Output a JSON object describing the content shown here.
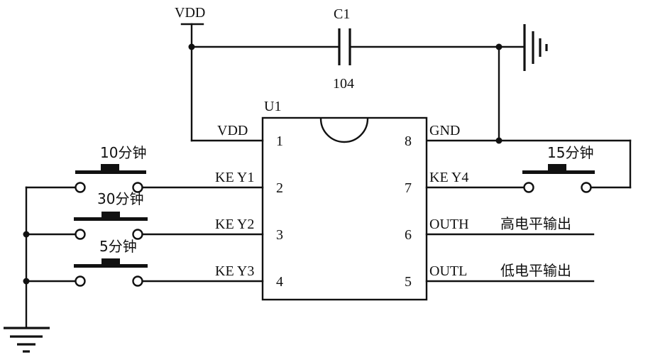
{
  "power": {
    "vdd_label": "VDD"
  },
  "capacitor": {
    "ref": "C1",
    "value": "104"
  },
  "chip": {
    "ref": "U1",
    "pins": [
      {
        "num": "1",
        "name": "VDD"
      },
      {
        "num": "2",
        "name": "KE Y1"
      },
      {
        "num": "3",
        "name": "KE Y2"
      },
      {
        "num": "4",
        "name": "KE Y3"
      },
      {
        "num": "8",
        "name": "GND"
      },
      {
        "num": "7",
        "name": "KE Y4"
      },
      {
        "num": "6",
        "name": "OUTH"
      },
      {
        "num": "5",
        "name": "OUTL"
      }
    ]
  },
  "switches": {
    "sw_10": "10分钟",
    "sw_30": "30分钟",
    "sw_5": "5分钟",
    "sw_15": "15分钟"
  },
  "outputs": {
    "outh_desc": "高电平输出",
    "outl_desc": "低电平输出"
  }
}
